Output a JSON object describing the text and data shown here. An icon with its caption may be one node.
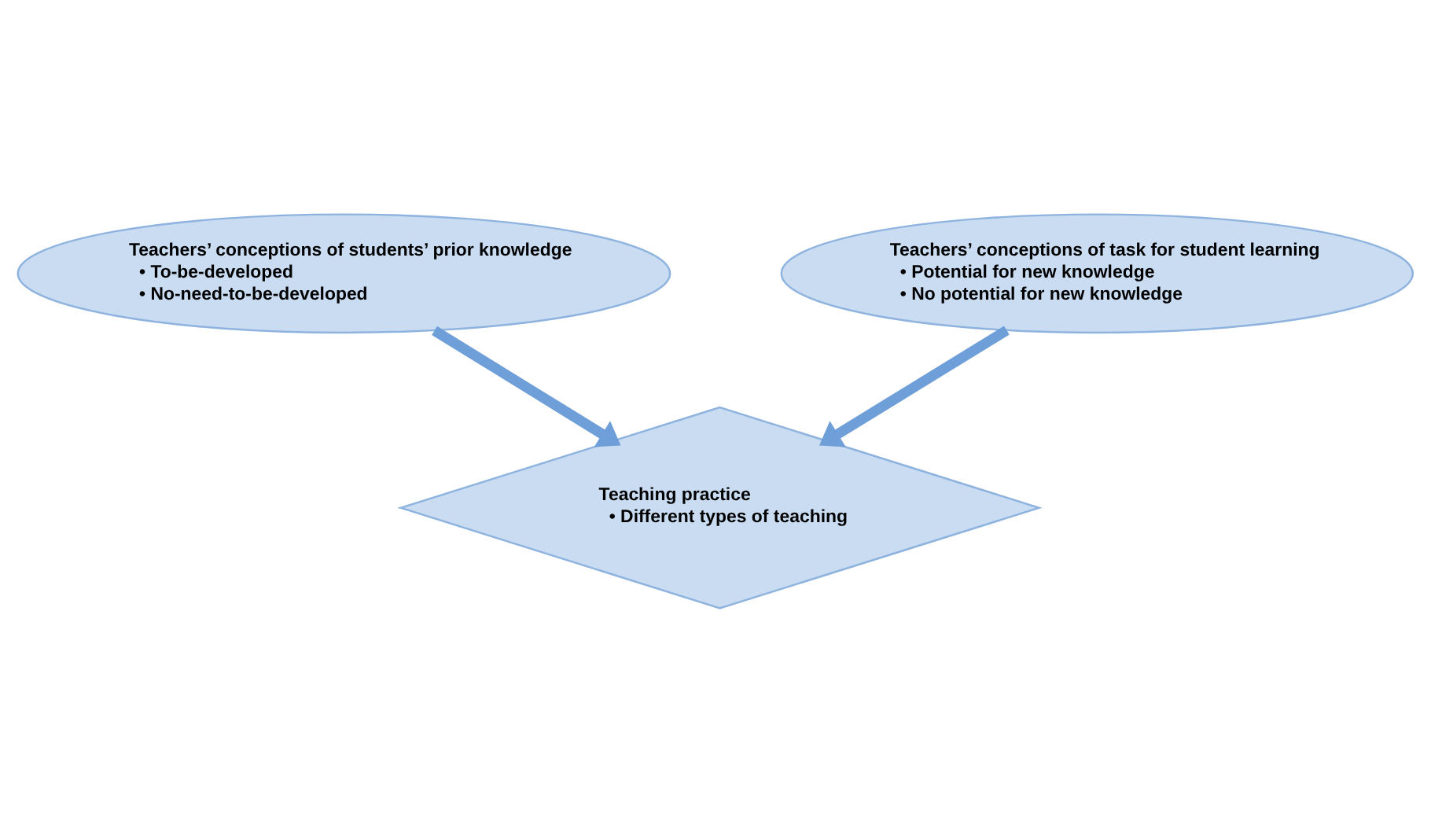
{
  "diagram": {
    "nodes": [
      {
        "text": [
          "Teachers’ conceptions of students’ prior knowledge",
          "• To-be-developed",
          "• No-need-to-be-developed"
        ]
      },
      {
        "text": [
          "Teachers’ conceptions of task for student learning",
          "• Potential for new knowledge",
          "• No potential for new knowledge"
        ]
      },
      {
        "text": [
          "Teaching practice",
          "• Different types of teaching"
        ]
      }
    ],
    "edges": [
      {
        "from": 0,
        "to": 2,
        "arrow": "to"
      },
      {
        "from": 1,
        "to": 2,
        "arrow": "to"
      }
    ]
  }
}
